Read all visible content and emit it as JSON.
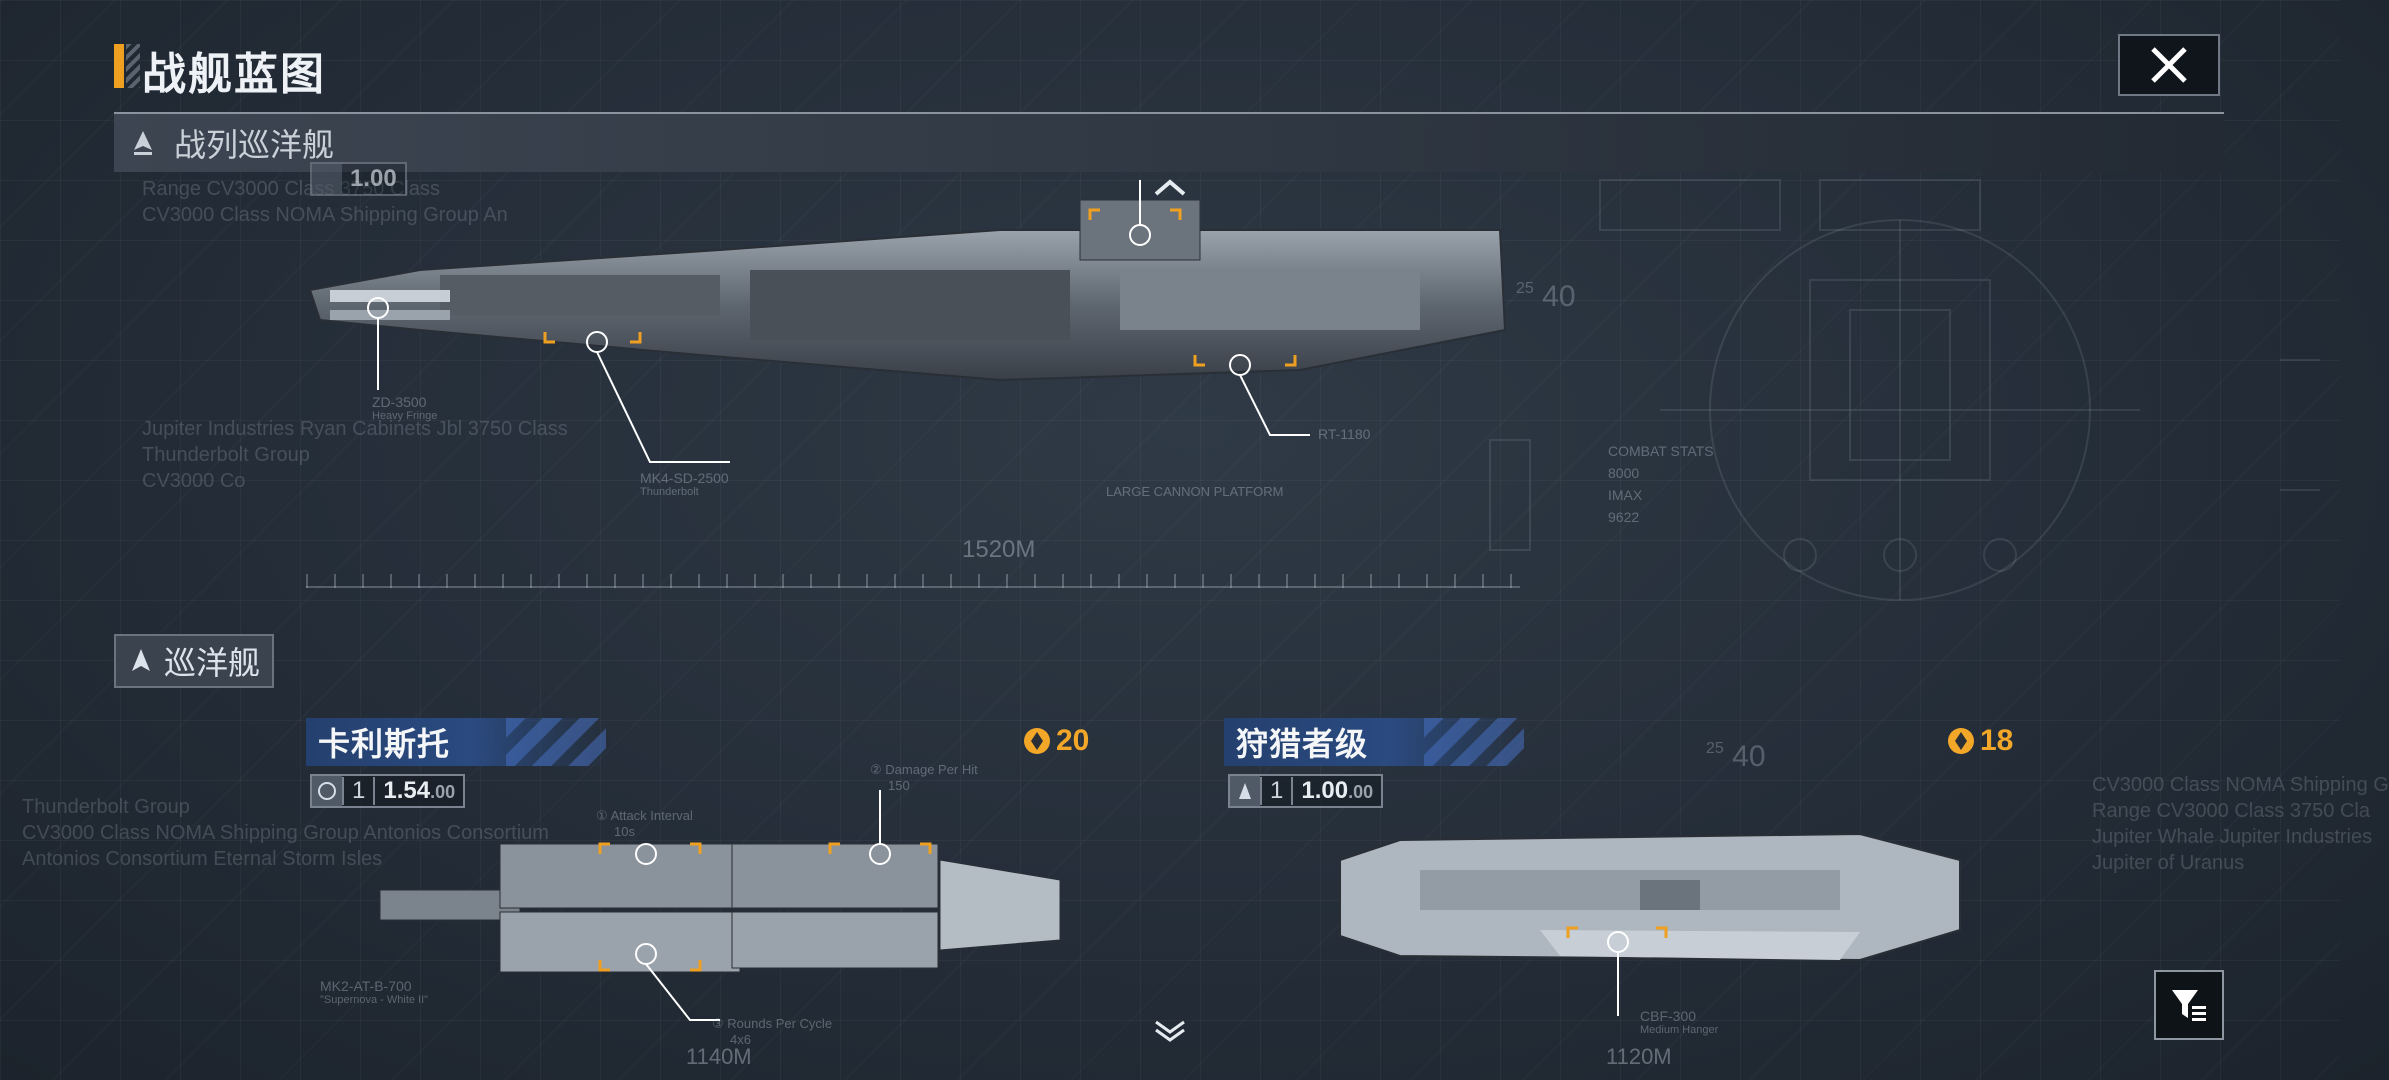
{
  "header": {
    "title": "战舰蓝图"
  },
  "sections": {
    "battlecruiser": {
      "label": "战列巡洋舰"
    },
    "cruiser": {
      "label": "巡洋舰"
    }
  },
  "battlecruiser_ship": {
    "stat_value": "1.00",
    "stat_suffix": ".00",
    "length": "1520M",
    "scale_label": "25",
    "scale_value": "40",
    "callouts": {
      "a": "ZD-3500",
      "a_sub": "Heavy Fringe",
      "b": "MK4-SD-2500",
      "b_sub": "Thunderbolt",
      "c": "RT-1180",
      "platform": "LARGE CANNON PLATFORM"
    },
    "bg_text": [
      "Range CV3000 Class 3750 Class",
      "CV3000 Class NOMA Shipping Group An",
      "Jupiter Industries  Ryan Cabinets  Jbl 3750 Class",
      "Thunderbolt Group",
      "CV3000 Co"
    ],
    "panel": {
      "combat": "COMBAT STATS",
      "r1": "8000",
      "r2": "IMAX",
      "r3": "9622"
    }
  },
  "cruisers": [
    {
      "name": "卡利斯托",
      "count": "20",
      "stat_tier": "1",
      "stat_value": "1.54",
      "stat_suffix": ".00",
      "length": "1140M",
      "callout_1": "Attack Interval",
      "callout_1_sub": "10s",
      "callout_2": "Damage Per Hit",
      "callout_2_sub": "150",
      "callout_3": "Rounds Per Cycle",
      "callout_3_sub": "4x6",
      "weapon": "MK2-AT-B-700",
      "weapon_sub": "\"Supernova - White II\""
    },
    {
      "name": "狩猎者级",
      "count": "18",
      "stat_tier": "1",
      "stat_value": "1.00",
      "stat_suffix": ".00",
      "length": "1120M",
      "scale_label": "25",
      "scale_value": "40",
      "weapon": "CBF-300",
      "weapon_sub": "Medium Hanger"
    }
  ],
  "bg_left": [
    "Thunderbolt Group",
    "CV3000 Class NOMA Shipping Group Antonios Consortium",
    "Antonios Consortium Eternal Storm Isles"
  ],
  "bg_right": [
    "CV3000 Class NOMA Shipping G",
    "Range CV3000 Class 3750 Cla",
    "Jupiter Whale Jupiter Industries",
    "Jupiter of Uranus"
  ],
  "colors": {
    "accent": "#f0a020",
    "name_band": "#2a4a80",
    "badge": "#f3a728"
  },
  "icons": {
    "close": "close-icon",
    "filter": "filter-icon",
    "section": "ship-silhouette-icon",
    "badge": "faction-emblem-icon"
  }
}
